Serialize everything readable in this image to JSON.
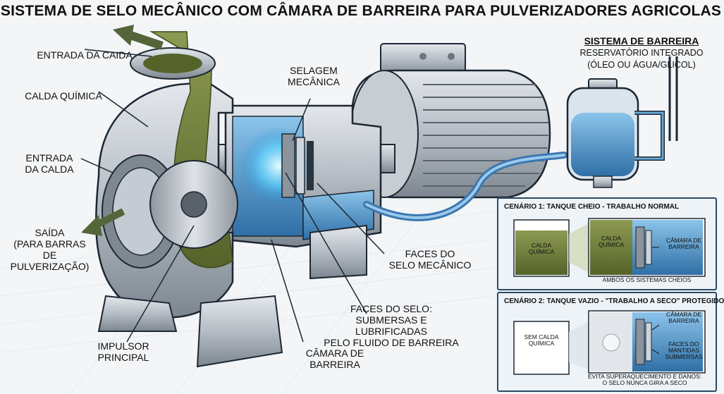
{
  "title": "SISTEMA DE SELO MECÂNICO COM CÂMARA DE BARREIRA PARA PULVERIZADORES AGRICOLAS",
  "labels": {
    "entrada_caida": "ENTRADA DA CAIDA",
    "calda_quimica": "CALDA QUÍMICA",
    "entrada_calda_1": "ENTRADA",
    "entrada_calda_2": "DA CALDA",
    "saida_1": "SAÍDA",
    "saida_2": "(PARA BARRAS DE",
    "saida_3": "PULVERIZAÇÃO)",
    "impulsor_1": "IMPULSOR",
    "impulsor_2": "PRINCIPAL",
    "selagem_1": "SELAGEM",
    "selagem_2": "MECÂNICA",
    "faces_selo_1": "FACES DO",
    "faces_selo_2": "SELO MECÂNICO",
    "faces_lub_1": "FACES DO SELO:",
    "faces_lub_2": "SUBMERSAS E LUBRIFICADAS",
    "faces_lub_3": "PELO FLUIDO DE BARREIRA",
    "camara_1": "CÂMARA DE",
    "camara_2": "BARREIRA"
  },
  "barrier_system": {
    "title": "SISTEMA DE BARREIRA",
    "line1": "RESERVATÓRIO INTEGRADO",
    "line2": "(ÓLEO OU ÁGUA/GLICOL)"
  },
  "scenario1": {
    "title": "CENÁRIO 1: TANQUE CHEIO - TRABALHO NORMAL",
    "tank_1": "CALDA",
    "tank_2": "QUÍMICA",
    "zoom_1": "CALDA",
    "zoom_2": "QUÍMICA",
    "camara_1": "CÂMARA DE",
    "camara_2": "BARREIRA",
    "footer": "AMBOS OS SISTEMAS CHEIOS"
  },
  "scenario2": {
    "title": "CENÁRIO 2: TANQUE VAZIO - \"TRABALHO A SECO\" PROTEGIDO",
    "tank_1": "SEM CALDA",
    "tank_2": "QUÍMICA",
    "camara_1": "CÂMARA DE",
    "camara_2": "BARREIRA",
    "faces_1": "FACES DO",
    "faces_2": "MANTIDAS",
    "faces_3": "SUBMERSAS",
    "footer_1": "EVITA SUPERAQUECIMENTO E DANOS:",
    "footer_2": "O SELO NUNCA GIRA A SECO"
  },
  "colors": {
    "slurry": "#6b7a3a",
    "barrier_fluid": "#4a90c8",
    "metal": "#b9c0c7",
    "outline": "#1c2733"
  }
}
